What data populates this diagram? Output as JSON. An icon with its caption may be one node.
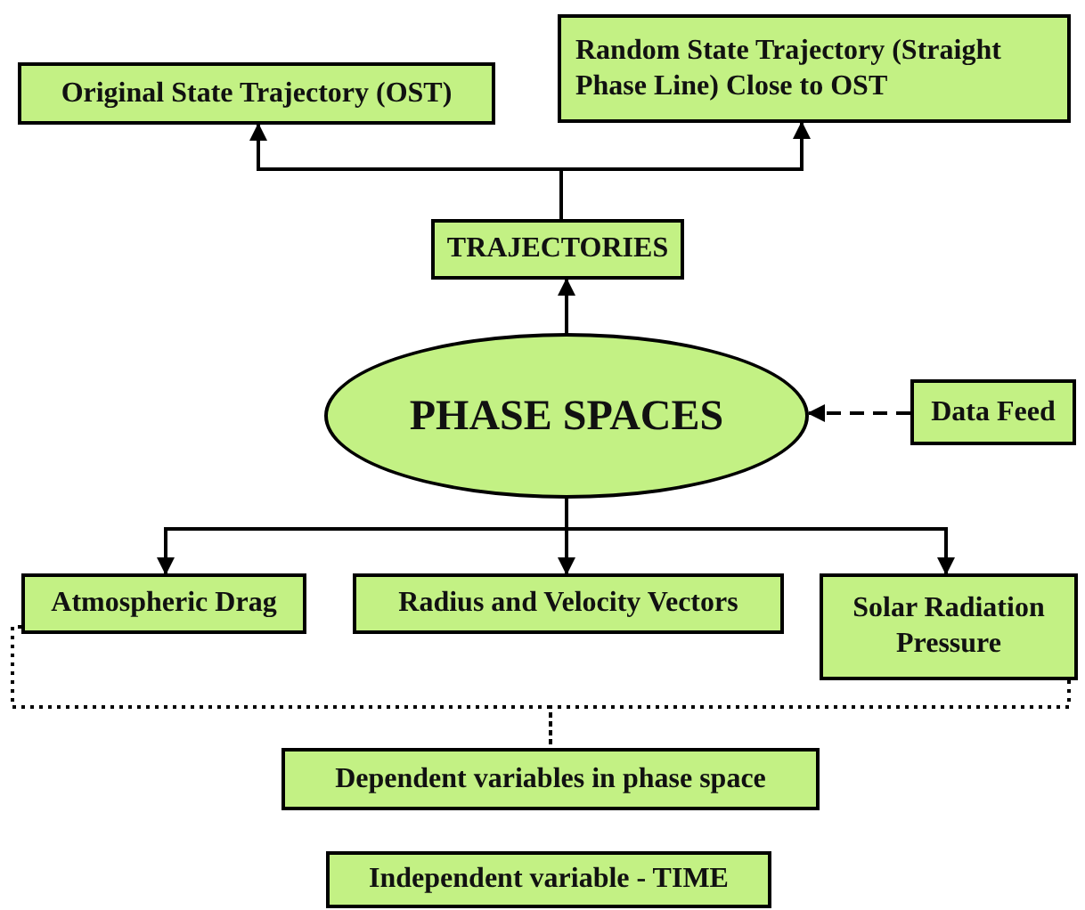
{
  "diagram": {
    "nodes": [
      {
        "text": [
          "Original State Trajectory (OST)"
        ]
      },
      {
        "text": [
          "Random State Trajectory (Straight Phase  Line) Close to OST"
        ]
      },
      {
        "text": [
          "TRAJECTORIES"
        ]
      },
      {
        "text": [
          "PHASE SPACES"
        ]
      },
      {
        "text": [
          "Data Feed"
        ]
      },
      {
        "text": [
          "Atmospheric Drag"
        ]
      },
      {
        "text": [
          "Radius and Velocity Vectors"
        ]
      },
      {
        "text": [
          "Solar Radiation Pressure"
        ]
      },
      {
        "text": [
          "Dependent variables in phase space"
        ]
      },
      {
        "text": [
          "Independent variable - TIME"
        ]
      }
    ],
    "edges": [
      {
        "from": 2,
        "to": 0,
        "arrow": "to"
      },
      {
        "from": 2,
        "to": 1,
        "arrow": "to"
      },
      {
        "from": 3,
        "to": 2,
        "arrow": "to"
      },
      {
        "from": 4,
        "to": 3,
        "arrow": "to",
        "style": "dashed"
      },
      {
        "from": 3,
        "to": 5,
        "arrow": "to"
      },
      {
        "from": 3,
        "to": 6,
        "arrow": "to"
      },
      {
        "from": 3,
        "to": 7,
        "arrow": "to"
      },
      {
        "from": 5,
        "to": 8,
        "arrow": "none",
        "style": "dashed"
      },
      {
        "from": 7,
        "to": 8,
        "arrow": "none",
        "style": "dashed"
      }
    ]
  }
}
